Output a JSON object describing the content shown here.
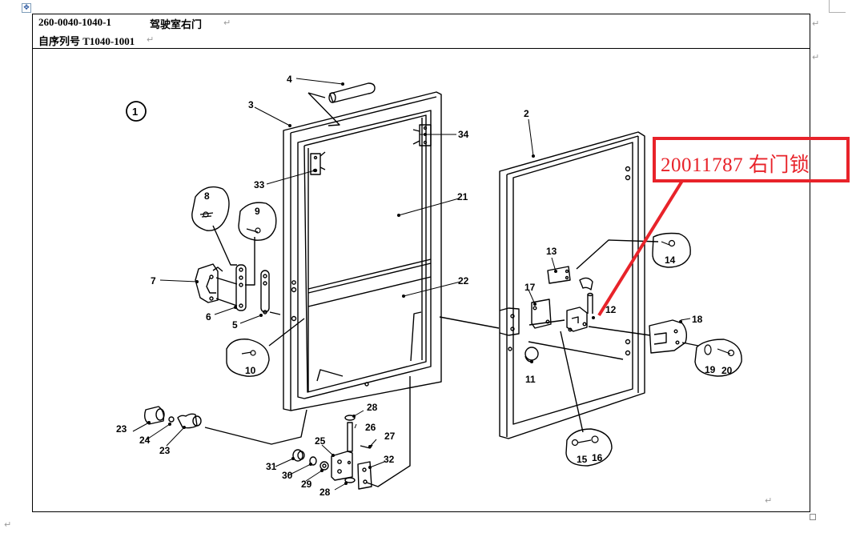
{
  "document": {
    "part_number": "260-0040-1040-1",
    "part_name": "驾驶室右门",
    "serial_label": "自序列号 T1040-1001",
    "paragraph_mark": "↵",
    "move_handle_glyph": "✥"
  },
  "callout": {
    "text": "20011787  右门锁",
    "color": "#e8232a",
    "points_to_part": "12"
  },
  "diagram": {
    "figure_number": "1",
    "part_labels": [
      "1",
      "2",
      "3",
      "4",
      "5",
      "6",
      "7",
      "8",
      "9",
      "10",
      "11",
      "12",
      "13",
      "14",
      "15",
      "16",
      "17",
      "18",
      "19",
      "20",
      "21",
      "22",
      "23",
      "23",
      "24",
      "25",
      "26",
      "27",
      "28",
      "28",
      "29",
      "30",
      "31",
      "32",
      "33",
      "34"
    ]
  }
}
